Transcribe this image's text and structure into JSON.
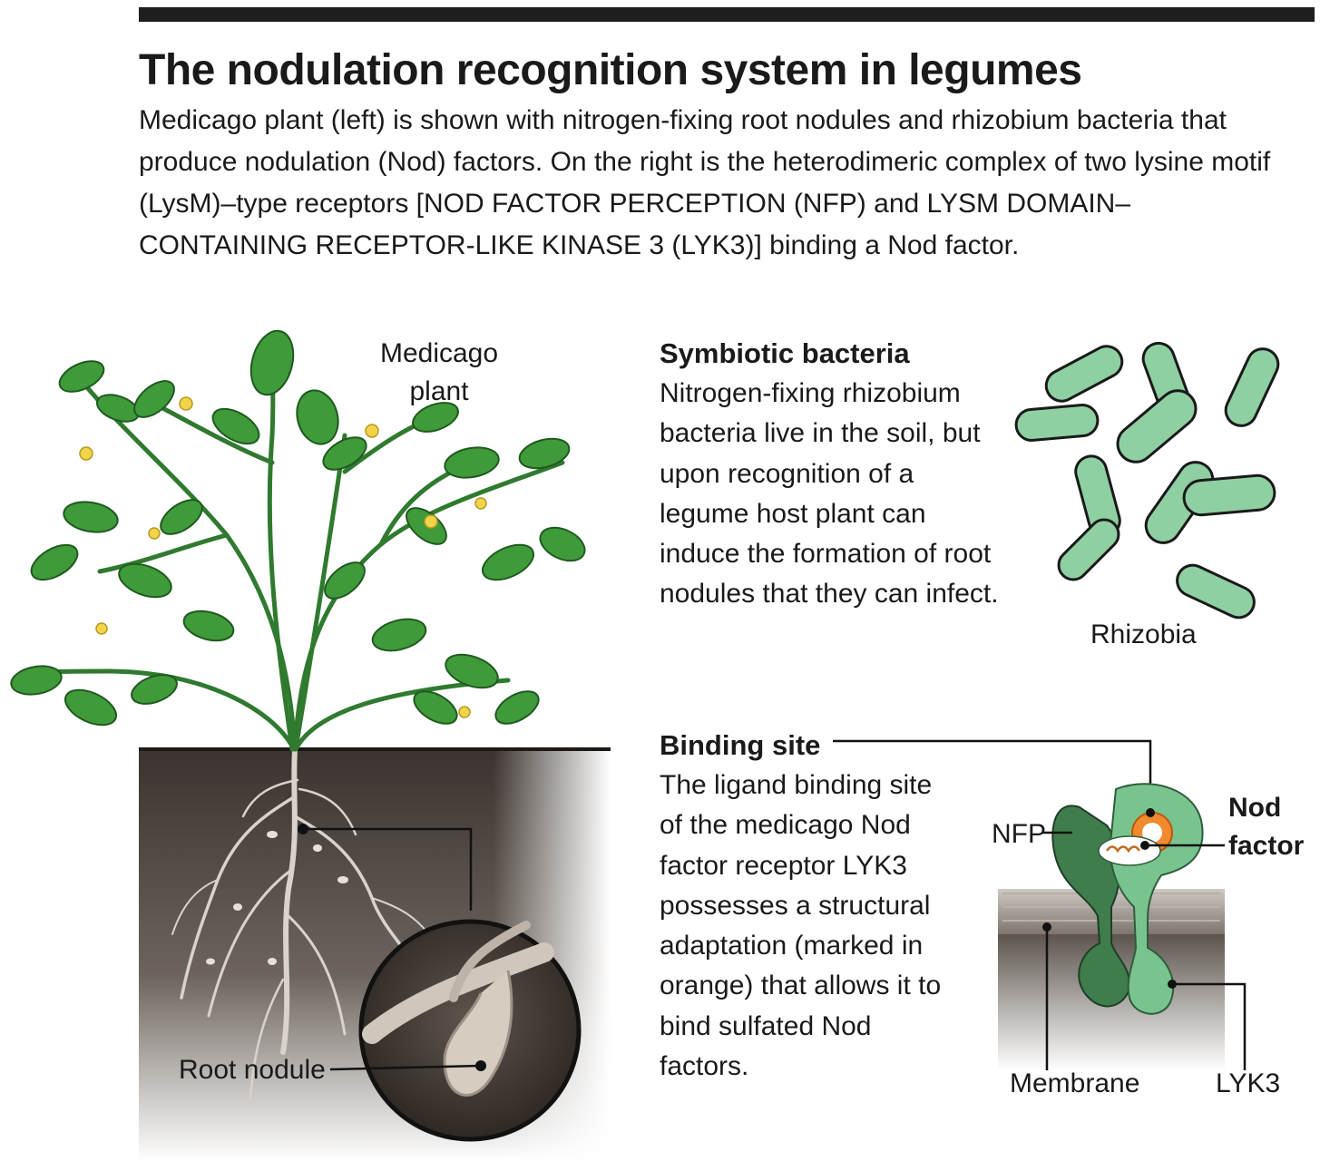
{
  "header": {
    "title": "The nodulation recognition system in legumes",
    "caption": "Medicago plant (left) is shown with nitrogen-fixing root nodules and rhizobium bacteria that produce nodulation (Nod) factors. On the right is the heterodimeric complex of two lysine motif (LysM)–type receptors [NOD FACTOR PERCEPTION (NFP) and LYSM DOMAIN–CONTAINING RECEPTOR-LIKE KINASE 3 (LYK3)] binding a Nod factor."
  },
  "plant": {
    "label_line1": "Medicago",
    "label_line2": "plant",
    "root_nodule_label": "Root nodule"
  },
  "bacteria": {
    "heading": "Symbiotic bacteria",
    "body": "Nitrogen-fixing rhizobium bacteria live in the soil, but upon recognition of a legume host plant can induce the formation of root nodules that they can infect.",
    "image_label": "Rhizobia"
  },
  "binding": {
    "heading": "Binding site",
    "body": "The ligand binding site of the medicago Nod factor receptor LYK3 possesses a structural adaptation (marked in orange) that allows it to bind sulfated Nod factors.",
    "labels": {
      "nfp": "NFP",
      "nod_line1": "Nod",
      "nod_line2": "factor",
      "membrane": "Membrane",
      "lyk3": "LYK3"
    }
  },
  "colors": {
    "leaf": "#3f9a3a",
    "flower": "#f2d44a",
    "soil": "#3b3430",
    "bacteria": "#8fd0a2",
    "nfp": "#3f7d4c",
    "lyk3": "#79c48e",
    "orange_site": "#f08a2c"
  }
}
